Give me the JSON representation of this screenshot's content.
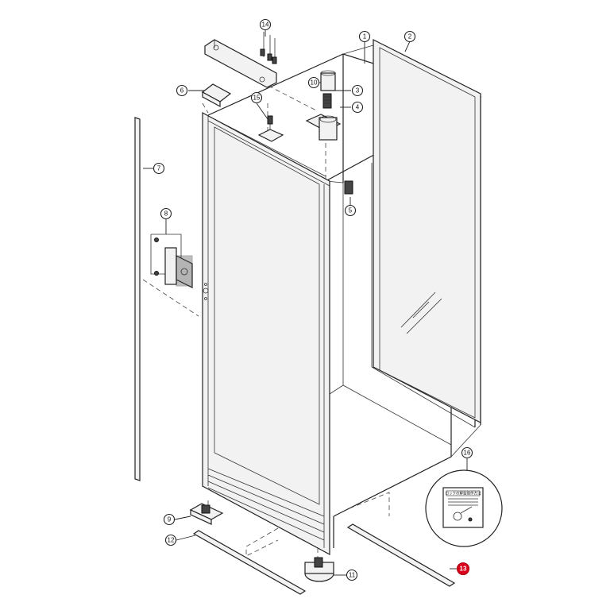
{
  "diagram": {
    "callouts": [
      {
        "id": "1",
        "label": "1"
      },
      {
        "id": "2",
        "label": "2"
      },
      {
        "id": "3",
        "label": "3"
      },
      {
        "id": "4",
        "label": "4"
      },
      {
        "id": "5",
        "label": "5"
      },
      {
        "id": "6",
        "label": "6"
      },
      {
        "id": "7",
        "label": "7"
      },
      {
        "id": "8",
        "label": "8"
      },
      {
        "id": "9",
        "label": "9"
      },
      {
        "id": "10",
        "label": "10"
      },
      {
        "id": "11",
        "label": "11"
      },
      {
        "id": "12",
        "label": "12"
      },
      {
        "id": "13",
        "label": "13"
      },
      {
        "id": "14",
        "label": "14"
      },
      {
        "id": "15",
        "label": "15"
      },
      {
        "id": "16",
        "label": "16"
      }
    ],
    "highlighted_part": "13",
    "highlight_color": "#d9001b",
    "label_sticker": {
      "title": "ロックの解錠操作方法"
    }
  }
}
